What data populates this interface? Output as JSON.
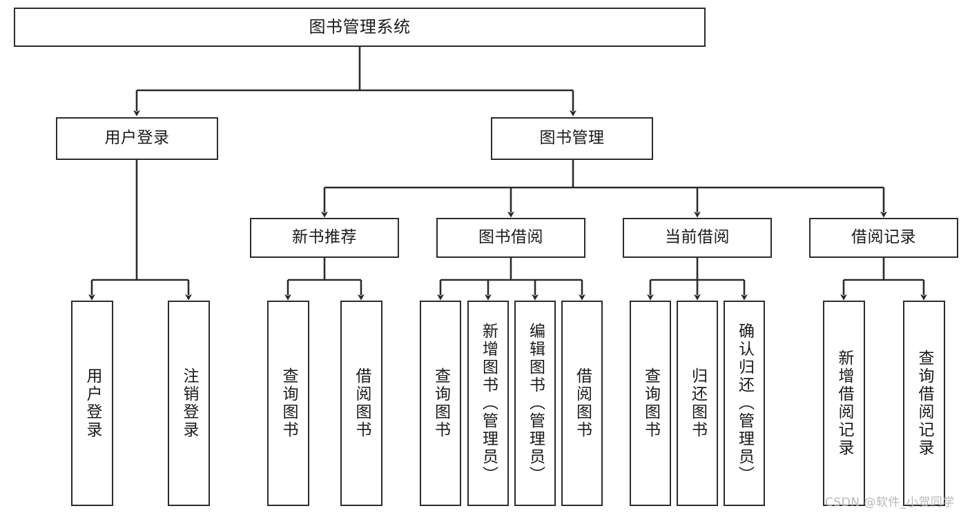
{
  "diagram": {
    "type": "tree",
    "title": "图书管理系统",
    "orientation": "top-down",
    "edge_color": "#2b2b2b",
    "node_border_color": "#2b2b2b",
    "node_fill_color": "#ffffff",
    "text_color": "#1a1a1a"
  },
  "nodes": {
    "root": {
      "label": "图书管理系统",
      "level": 1
    },
    "user_login": {
      "label": "用户登录",
      "level": 2
    },
    "book_manage": {
      "label": "图书管理",
      "level": 2
    },
    "new_book_rec": {
      "label": "新书推荐",
      "level": 3
    },
    "book_borrow": {
      "label": "图书借阅",
      "level": 3
    },
    "current_borrow": {
      "label": "当前借阅",
      "level": 3
    },
    "borrow_record": {
      "label": "借阅记录",
      "level": 3
    },
    "leaf_user_login": {
      "label": "用户登录",
      "level": 3
    },
    "leaf_logout": {
      "label": "注销登录",
      "level": 3
    },
    "leaf_nb_query": {
      "label": "查询图书",
      "level": 4
    },
    "leaf_nb_borrow": {
      "label": "借阅图书",
      "level": 4
    },
    "leaf_bb_query": {
      "label": "查询图书",
      "level": 4
    },
    "leaf_bb_add": {
      "label": "新增图书（管理员）",
      "level": 4
    },
    "leaf_bb_edit": {
      "label": "编辑图书（管理员）",
      "level": 4
    },
    "leaf_bb_borrow": {
      "label": "借阅图书",
      "level": 4
    },
    "leaf_cb_query": {
      "label": "查询图书",
      "level": 4
    },
    "leaf_cb_return": {
      "label": "归还图书",
      "level": 4
    },
    "leaf_cb_confirm": {
      "label": "确认归还（管理员）",
      "level": 4
    },
    "leaf_br_add": {
      "label": "新增借阅记录",
      "level": 4
    },
    "leaf_br_query": {
      "label": "查询借阅记录",
      "level": 4
    }
  },
  "watermark": {
    "text": "CSDN @软件_小贺同学"
  }
}
